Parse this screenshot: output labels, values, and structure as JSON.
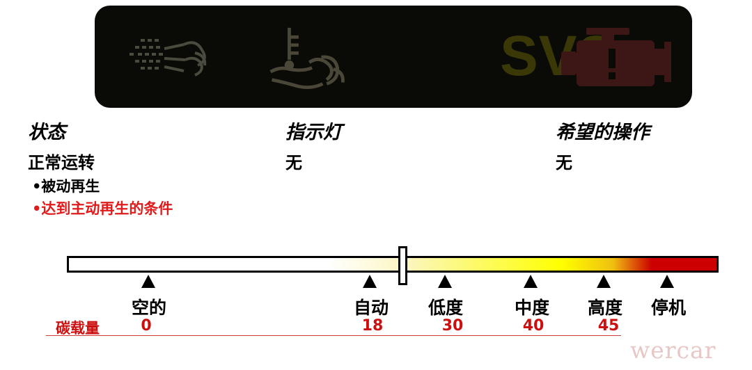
{
  "panel": {
    "svs_text": "SVS",
    "icons": [
      "dpf-indicator-icon",
      "exhaust-temperature-icon",
      "svs-indicator",
      "check-engine-icon"
    ],
    "colors": {
      "dpf": "#4a4a3e",
      "temp": "#4a4738",
      "svs": "#3a3806",
      "engine": "#3d1616"
    }
  },
  "columns": {
    "state": {
      "header": "状态",
      "value": "正常运转"
    },
    "indicator": {
      "header": "指示灯",
      "value": "无"
    },
    "action": {
      "header": "希望的操作",
      "value": "无"
    }
  },
  "bullets": [
    {
      "text": "•被动再生",
      "color": "#000000"
    },
    {
      "text": "•达到主动再生的条件",
      "color": "#e01b1b"
    }
  ],
  "scale": {
    "carbon_label": "碳载量",
    "levels": [
      {
        "label": "空的",
        "value": "0"
      },
      {
        "label": "自动",
        "value": "18"
      },
      {
        "label": "低度",
        "value": "30"
      },
      {
        "label": "中度",
        "value": "40"
      },
      {
        "label": "高度",
        "value": "45"
      },
      {
        "label": "停机",
        "value": ""
      }
    ],
    "gradient_colors": [
      "#ffffff",
      "#ffff00",
      "#cc0000"
    ]
  },
  "watermark": "wercar"
}
